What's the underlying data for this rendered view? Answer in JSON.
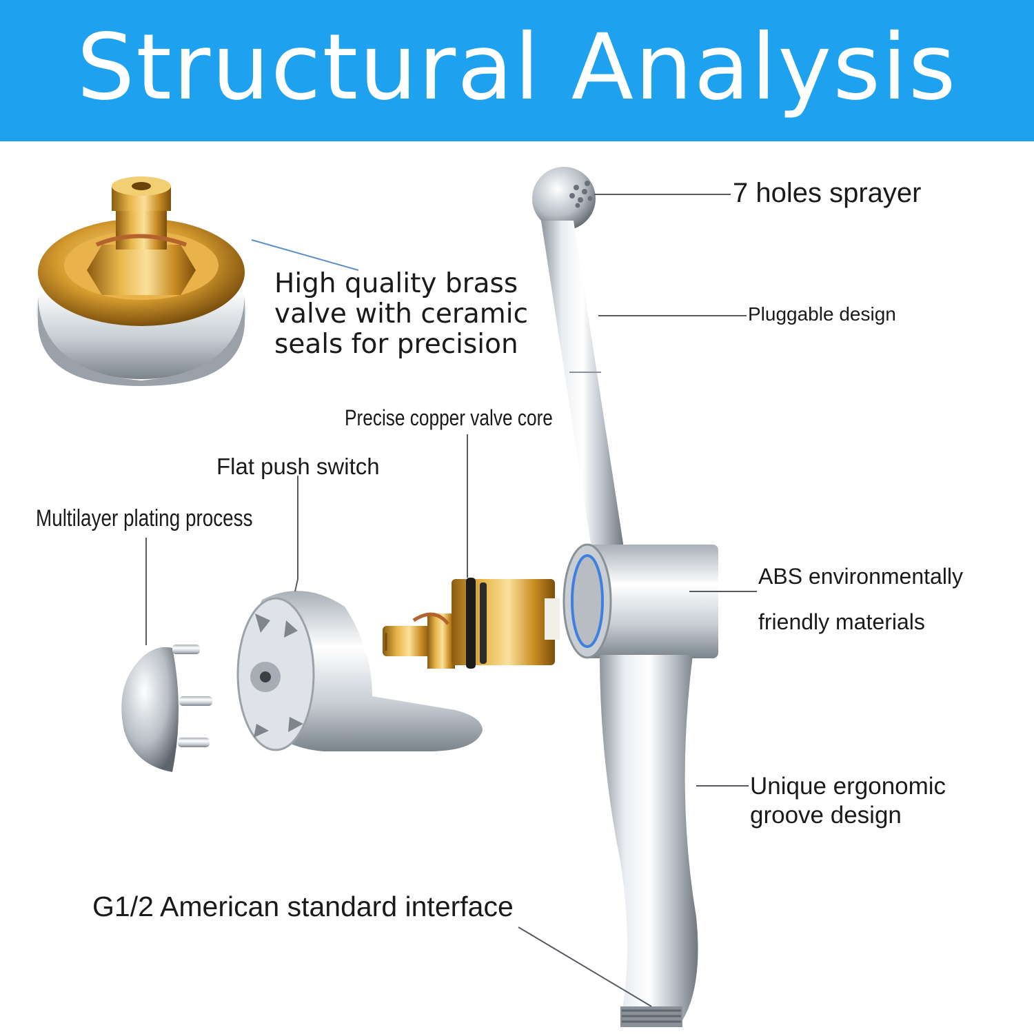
{
  "banner": {
    "title": "Structural Analysis",
    "color": "#1ea1ef"
  },
  "callouts": {
    "sprayer": "7 holes sprayer",
    "pluggable": "Pluggable design",
    "brass_line1": "High quality brass",
    "brass_line2": "valve with ceramic",
    "brass_line3": "seals for precision",
    "copper_core": "Precise copper valve core",
    "flat_switch": "Flat push switch",
    "plating": "Multilayer plating process",
    "abs_line1": "ABS environmentally",
    "abs_line2": "friendly materials",
    "ergo_line1": "Unique ergonomic",
    "ergo_line2": "groove design",
    "interface": "G1/2 American standard interface"
  },
  "icons": [
    "brass-valve-closeup",
    "sprayer-handle",
    "valve-core",
    "push-switch",
    "plating-cap"
  ]
}
